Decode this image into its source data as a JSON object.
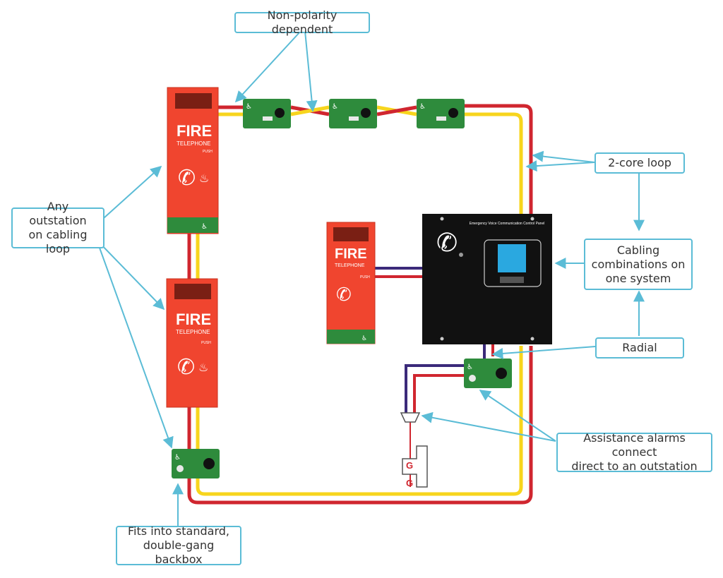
{
  "colors": {
    "red_wire": "#d0262f",
    "yellow_wire": "#f7d51d",
    "purple_wire": "#3b2a7a",
    "callout": "#5bbcd6",
    "fire_red": "#f0452f",
    "outstation_green": "#2e8b3c",
    "panel_black": "#111111",
    "panel_screen": "#2aa8e0"
  },
  "labels": {
    "non_polarity": "Non-polarity dependent",
    "two_core_loop": "2-core loop",
    "any_outstation": "Any outstation\non cabling loop",
    "cabling_combinations": "Cabling\ncombinations on\none system",
    "radial": "Radial",
    "assistance_alarms": "Assistance alarms connect\ndirect to an outstation",
    "backbox": "Fits into standard,\ndouble-gang backbox"
  },
  "fire_phone": {
    "title": "FIRE",
    "subtitle": "TELEPHONE",
    "push": "PUSH"
  },
  "panel": {
    "title": "Emergency Voice Communication\nControl Panel"
  },
  "icons": [
    "telephone-icon",
    "wheelchair-icon",
    "flame-icon",
    "assistance-alarm-icon"
  ]
}
